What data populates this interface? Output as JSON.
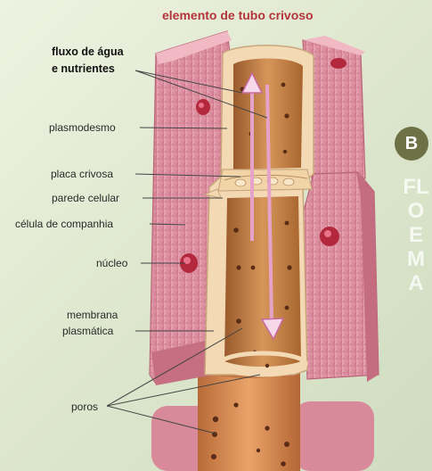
{
  "title": "elemento de tubo crivoso",
  "badge": "B",
  "side_label": "FLOEMA",
  "labels": {
    "flow_line1": "fluxo de água",
    "flow_line2": "e nutrientes",
    "plasmodesm": "plasmodesmo",
    "sieve_plate": "placa crivosa",
    "cell_wall": "parede celular",
    "companion_cell": "célula de companhia",
    "nucleus": "núcleo",
    "membrane_line1": "membrana",
    "membrane_line2": "plasmática",
    "pores": "poros"
  },
  "colors": {
    "title": "#b3343a",
    "badge": "#6e7046",
    "companion_tissue": "#d9889a",
    "wall": "#f3d9b4",
    "tube_interior": "#c8874c",
    "flow_arrows": "#e6a3c9"
  }
}
